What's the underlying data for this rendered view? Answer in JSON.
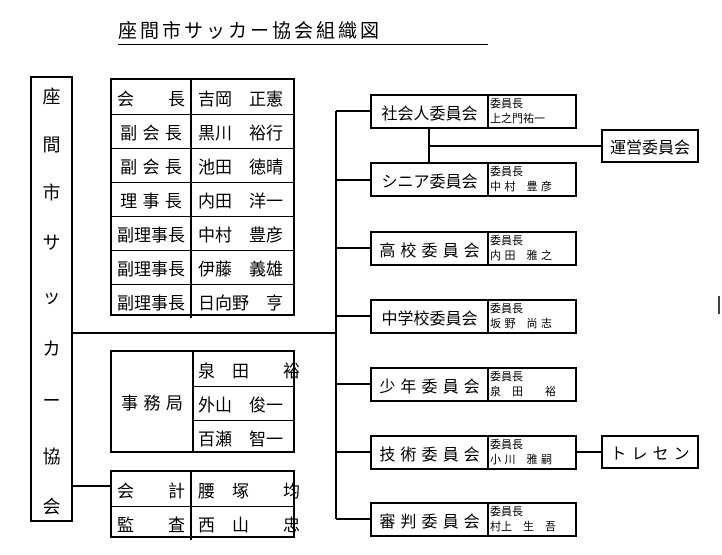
{
  "title": "座間市サッカー協会組織図",
  "org_name_chars": [
    "座",
    "間",
    "市",
    "サ",
    "ッ",
    "カ",
    "ー",
    "協",
    "会"
  ],
  "officers": [
    {
      "role": "会　　長",
      "name": "吉岡　正憲"
    },
    {
      "role": "副 会 長",
      "name": "黒川　裕行"
    },
    {
      "role": "副 会 長",
      "name": "池田　徳晴"
    },
    {
      "role": "理 事 長",
      "name": "内田　洋一"
    },
    {
      "role": "副理事長",
      "name": "中村　豊彦"
    },
    {
      "role": "副理事長",
      "name": "伊藤　義雄"
    },
    {
      "role": "副理事長",
      "name": "日向野　亨"
    }
  ],
  "office": {
    "label": "事 務 局",
    "members": [
      "泉　田　　裕",
      "外山　俊一",
      "百瀬　智一"
    ]
  },
  "audit": [
    {
      "role": "会　　計",
      "name": "腰　塚　　均"
    },
    {
      "role": "監　　査",
      "name": "西　山　　忠"
    }
  ],
  "committees": [
    {
      "name": "社会人委員会",
      "chair_title": "委員長",
      "chair": "上之門祐一"
    },
    {
      "name": "シニア委員会",
      "chair_title": "委員長",
      "chair": "中 村　豊 彦"
    },
    {
      "name": "高 校 委 員 会",
      "chair_title": "委員長",
      "chair": "内 田　雅 之"
    },
    {
      "name": "中学校委員会",
      "chair_title": "委員長",
      "chair": "坂 野　尚 志"
    },
    {
      "name": "少 年 委 員 会",
      "chair_title": "委員長",
      "chair": "泉　田　　裕"
    },
    {
      "name": "技 術 委 員 会",
      "chair_title": "委員長",
      "chair": "小 川　雅 嗣"
    },
    {
      "name": "審 判 委 員 会",
      "chair_title": "委員長",
      "chair": "村上　生　吾"
    }
  ],
  "management_committee": "運営委員会",
  "training_center": "ト レ セ ン"
}
